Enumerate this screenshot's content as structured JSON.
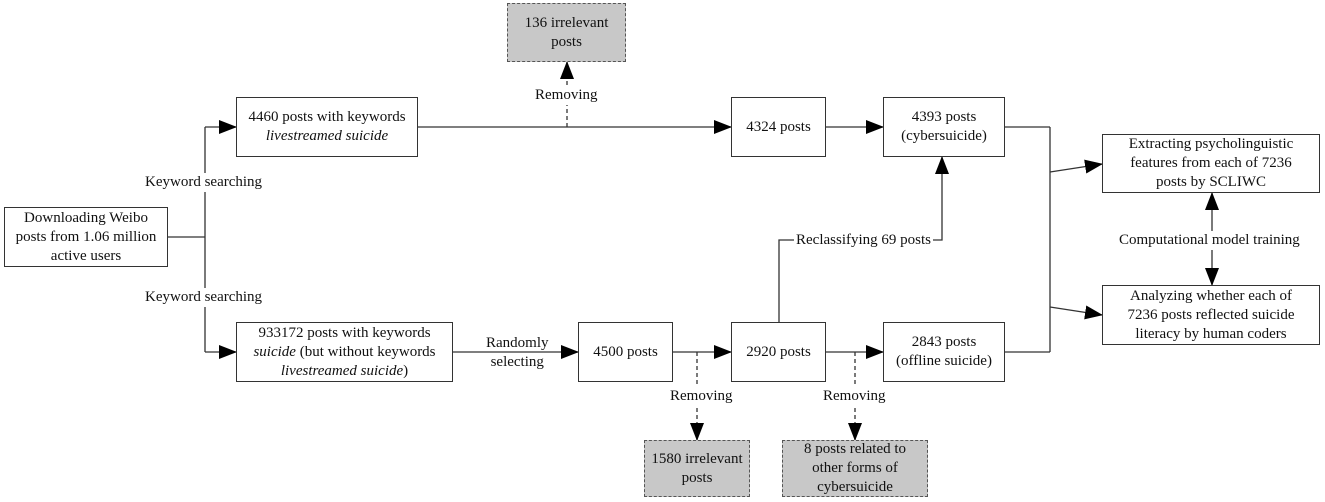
{
  "nodes": {
    "download": {
      "lines": [
        "Downloading Weibo",
        "posts from 1.06 million",
        "active users"
      ]
    },
    "kw_live": {
      "line1": "4460 posts with keywords",
      "line2_italic": "livestreamed suicide"
    },
    "kw_suicide": {
      "line1": "933172 posts with keywords",
      "line2_italic": "suicide",
      "line2_rest": " (but without keywords",
      "line3_italic": "livestreamed suicide",
      "line3_rest": ")"
    },
    "irrelevant_136": {
      "lines": [
        "136 irrelevant",
        "posts"
      ]
    },
    "posts_4324": {
      "lines": [
        "4324 posts"
      ]
    },
    "cyber_4393": {
      "lines": [
        "4393 posts",
        "(cybersuicide)"
      ]
    },
    "posts_4500": {
      "lines": [
        "4500 posts"
      ]
    },
    "posts_2920": {
      "lines": [
        "2920 posts"
      ]
    },
    "offline_2843": {
      "lines": [
        "2843 posts",
        "(offline suicide)"
      ]
    },
    "irrelevant_1580": {
      "lines": [
        "1580 irrelevant",
        "posts"
      ]
    },
    "related_8": {
      "lines": [
        "8 posts related to",
        "other forms of",
        "cybersuicide"
      ]
    },
    "extracting": {
      "lines": [
        "Extracting psycholinguistic",
        "features from each of 7236",
        "posts by SCLIWC"
      ]
    },
    "analyzing": {
      "lines": [
        "Analyzing whether each of",
        "7236 posts reflected suicide",
        "literacy by human coders"
      ]
    }
  },
  "labels": {
    "keyword_searching_top": "Keyword searching",
    "keyword_searching_bottom": "Keyword searching",
    "removing_top": "Removing",
    "randomly_selecting": [
      "Randomly",
      "selecting"
    ],
    "removing_left": "Removing",
    "removing_right": "Removing",
    "reclassifying": "Reclassifying 69 posts",
    "model_training": "Computational model training"
  }
}
